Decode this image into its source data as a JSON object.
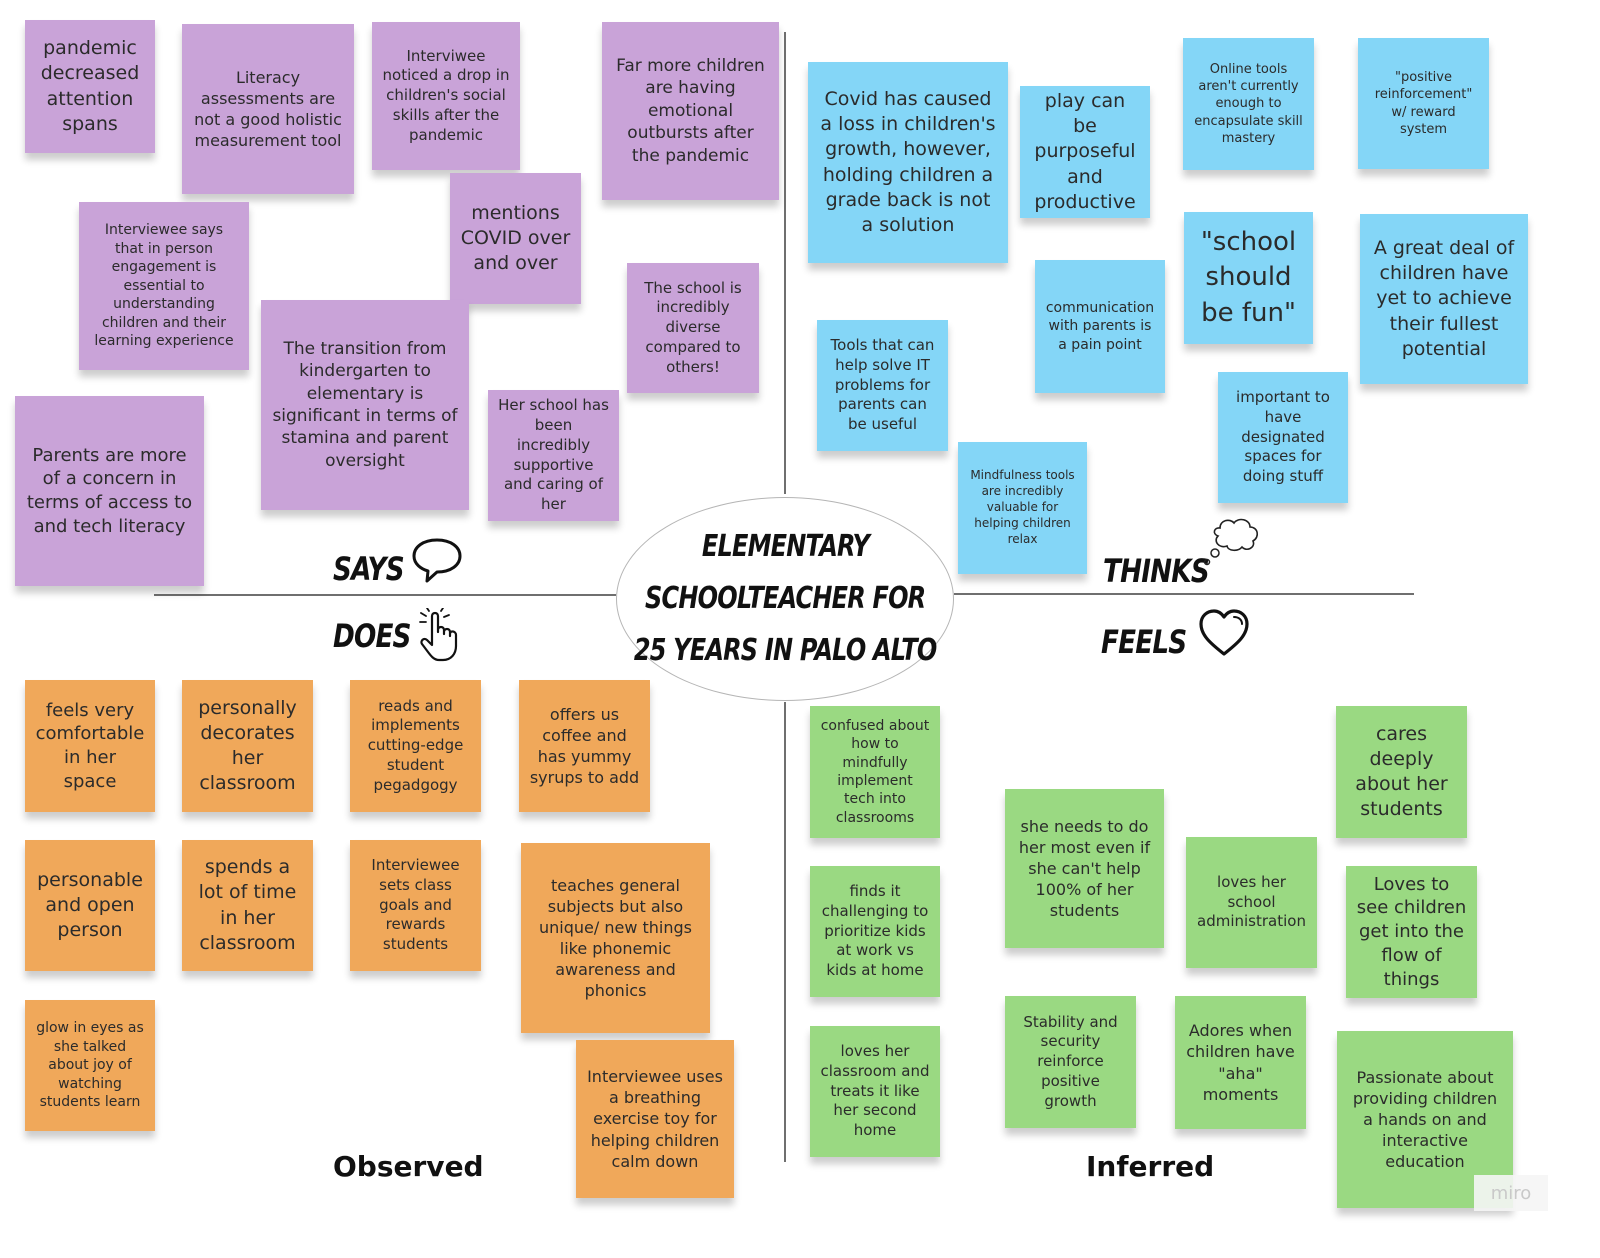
{
  "title_lines": [
    "ELEMENTARY",
    "SCHOOLTEACHER FOR",
    "25 YEARS IN PALO ALTO"
  ],
  "quadrants": {
    "says": "SAYS",
    "thinks": "THINKS",
    "does": "DOES",
    "feels": "FEELS"
  },
  "axis": {
    "observed": "Observed",
    "inferred": "Inferred"
  },
  "watermark": "miro",
  "colors": {
    "says": "#c9a3d8",
    "thinks": "#84d6f7",
    "does": "#f0a85a",
    "feels": "#9ad982"
  },
  "icons": [
    "speech-bubble-icon",
    "thought-cloud-icon",
    "pointing-hand-icon",
    "heart-icon"
  ],
  "says_notes": [
    "pandemic decreased attention spans",
    "Literacy assessments are not a good holistic measurement tool",
    "Interviwee noticed a drop in children's social skills after the pandemic",
    "Far more children are having emotional outbursts after the pandemic",
    "Interviewee says that in person engagement is essential to understanding children and their learning experience",
    "mentions COVID over and over",
    "The school is incredibly diverse compared to others!",
    "The transition from kindergarten to elementary is significant in terms of stamina and parent oversight",
    "Parents are more of a concern in terms of access to and tech literacy",
    "Her school has been incredibly supportive and caring of her"
  ],
  "thinks_notes": [
    "Covid has caused a loss in children's growth, however, holding children a grade back is not a solution",
    "play can be purposeful and productive",
    "Online tools aren't currently enough to encapsulate skill mastery",
    "\"positive reinforcement\" w/ reward system",
    "\"school should be fun\"",
    "A great deal of children have yet to achieve their fullest potential",
    "communication with parents is a pain point",
    "Tools that can help solve IT problems for parents can be useful",
    "important to have designated spaces for doing stuff",
    "Mindfulness tools are incredibly valuable for helping children relax"
  ],
  "does_notes": [
    "feels very comfortable in her space",
    "personally decorates her classroom",
    "reads and implements cutting-edge student pegadgogy",
    "offers us coffee and has yummy syrups to add",
    "personable and open person",
    "spends a lot of time in her classroom",
    "Interviewee sets class goals and rewards students",
    "teaches general subjects but also unique/ new things like phonemic awareness and phonics",
    "glow in eyes as she talked about joy of watching students learn",
    "Interviewee uses a breathing exercise toy for helping children calm down"
  ],
  "feels_notes": [
    "confused about how to mindfully implement tech into classrooms",
    "cares deeply about her students",
    "she needs to do her most even if she can't help 100% of her students",
    "finds it challenging to prioritize kids at work vs kids at home",
    "loves her school administration",
    "Loves to see children get into the flow of things",
    "loves her classroom and treats it like her second home",
    "Stability and security reinforce positive growth",
    "Adores when children have \"aha\" moments",
    "Passionate about providing children a hands on and interactive education"
  ]
}
